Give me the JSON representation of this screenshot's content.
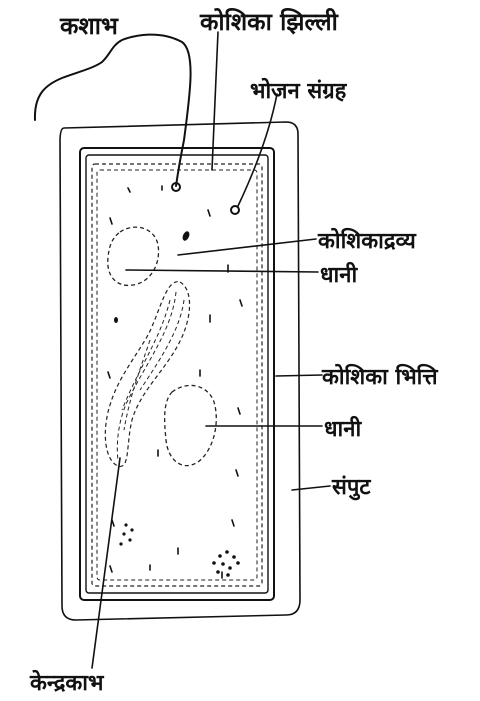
{
  "labels": {
    "flagellum": "कशाभ",
    "cell_membrane": "कोशिका झिल्ली",
    "food_storage": "भोजन संग्रह",
    "cytoplasm": "कोशिकाद्रव्य",
    "vacuole_top": "धानी",
    "cell_wall": "कोशिका भित्ति",
    "vacuole_bottom": "धानी",
    "capsule": "संपुट",
    "nucleoid": "केन्द्रकाभ"
  }
}
